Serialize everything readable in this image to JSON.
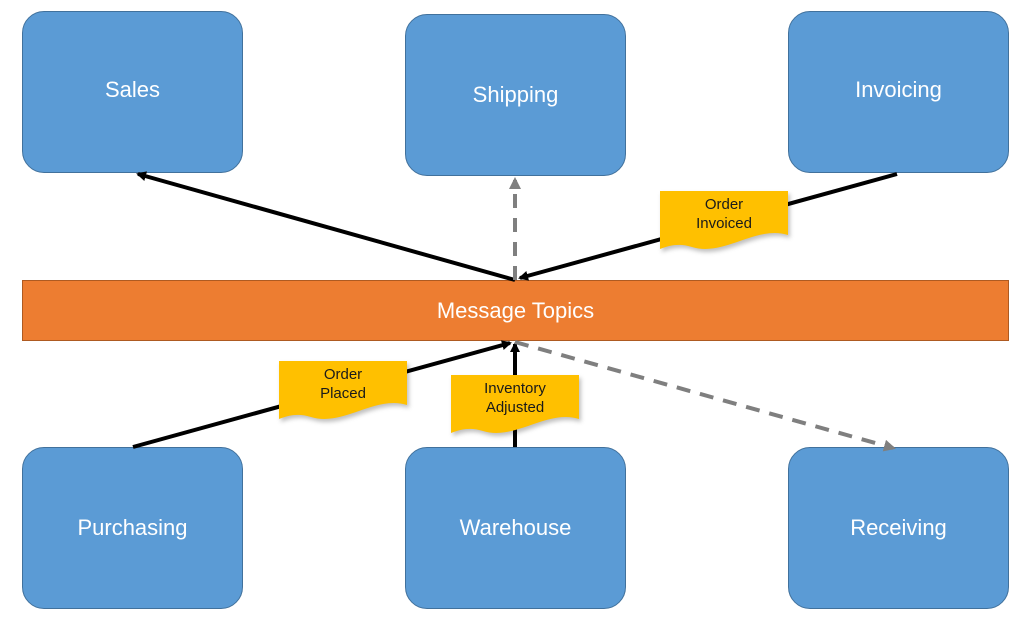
{
  "nodes": {
    "sales": "Sales",
    "shipping": "Shipping",
    "invoicing": "Invoicing",
    "purchasing": "Purchasing",
    "warehouse": "Warehouse",
    "receiving": "Receiving"
  },
  "topic_bar": "Message Topics",
  "tags": {
    "order_invoiced": [
      "Order",
      "Invoiced"
    ],
    "order_placed": [
      "Order",
      "Placed"
    ],
    "inventory_adjusted": [
      "Inventory",
      "Adjusted"
    ]
  },
  "colors": {
    "node_fill": "#5b9bd5",
    "topic_fill": "#ed7d31",
    "tag_fill": "#ffc000",
    "arrow_solid": "#000000",
    "arrow_dashed": "#7f7f7f"
  }
}
